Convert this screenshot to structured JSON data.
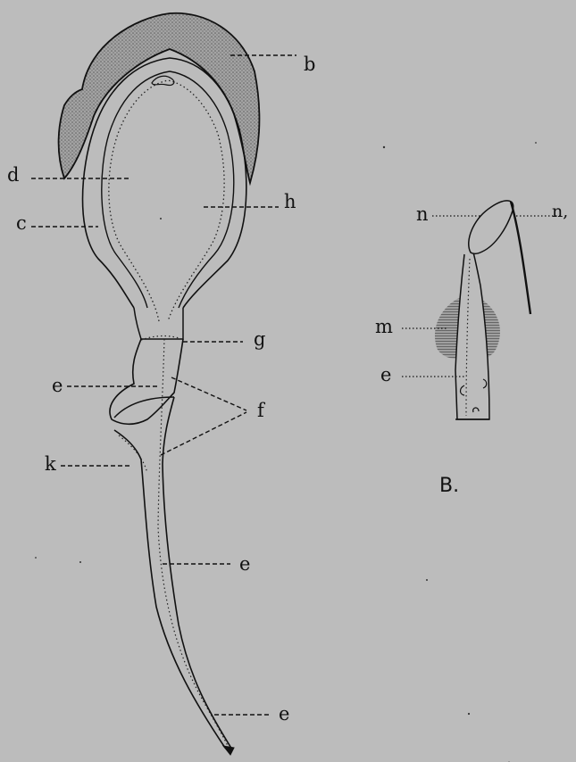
{
  "figure": {
    "labels": {
      "b": "b",
      "d": "d",
      "c": "c",
      "h": "h",
      "g": "g",
      "e1": "e",
      "f": "f",
      "k": "k",
      "e2": "e",
      "e3": "e",
      "n": "n",
      "n1": "n,",
      "m": "m",
      "eB": "e",
      "panel_b": "B."
    },
    "colors": {
      "background": "#bcbcbc",
      "ink": "#111111",
      "stipple": "#8a8a8a"
    }
  }
}
